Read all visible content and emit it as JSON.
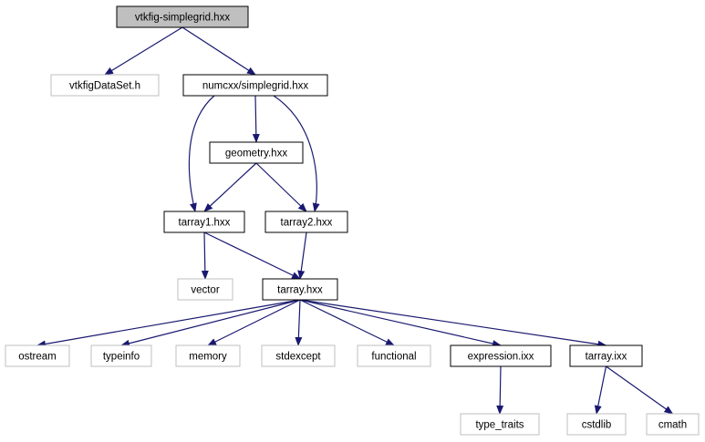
{
  "colors": {
    "edge": "#191970",
    "node_border": "#000000",
    "external_border": "#bfbfbf",
    "root_fill": "#bfbfbf",
    "node_fill": "#ffffff"
  },
  "nodes": [
    {
      "id": "root",
      "label": "vtkfig-simplegrid.hxx",
      "style": "root"
    },
    {
      "id": "dataset",
      "label": "vtkfigDataSet.h",
      "style": "external"
    },
    {
      "id": "simplegrid",
      "label": "numcxx/simplegrid.hxx",
      "style": "normal"
    },
    {
      "id": "geometry",
      "label": "geometry.hxx",
      "style": "normal"
    },
    {
      "id": "tarray1",
      "label": "tarray1.hxx",
      "style": "normal"
    },
    {
      "id": "tarray2",
      "label": "tarray2.hxx",
      "style": "normal"
    },
    {
      "id": "vector",
      "label": "vector",
      "style": "external"
    },
    {
      "id": "tarray",
      "label": "tarray.hxx",
      "style": "normal"
    },
    {
      "id": "ostream",
      "label": "ostream",
      "style": "external"
    },
    {
      "id": "typeinfo",
      "label": "typeinfo",
      "style": "external"
    },
    {
      "id": "memory",
      "label": "memory",
      "style": "external"
    },
    {
      "id": "stdexcept",
      "label": "stdexcept",
      "style": "external"
    },
    {
      "id": "functional",
      "label": "functional",
      "style": "external"
    },
    {
      "id": "expression",
      "label": "expression.ixx",
      "style": "normal"
    },
    {
      "id": "tarrayixx",
      "label": "tarray.ixx",
      "style": "normal"
    },
    {
      "id": "type_traits",
      "label": "type_traits",
      "style": "external"
    },
    {
      "id": "cstdlib",
      "label": "cstdlib",
      "style": "external"
    },
    {
      "id": "cmath",
      "label": "cmath",
      "style": "external"
    }
  ],
  "edges": [
    {
      "from": "root",
      "to": "dataset"
    },
    {
      "from": "root",
      "to": "simplegrid"
    },
    {
      "from": "simplegrid",
      "to": "geometry"
    },
    {
      "from": "simplegrid",
      "to": "tarray1"
    },
    {
      "from": "simplegrid",
      "to": "tarray2"
    },
    {
      "from": "geometry",
      "to": "tarray1"
    },
    {
      "from": "geometry",
      "to": "tarray2"
    },
    {
      "from": "tarray1",
      "to": "vector"
    },
    {
      "from": "tarray1",
      "to": "tarray"
    },
    {
      "from": "tarray2",
      "to": "tarray"
    },
    {
      "from": "tarray",
      "to": "ostream"
    },
    {
      "from": "tarray",
      "to": "typeinfo"
    },
    {
      "from": "tarray",
      "to": "memory"
    },
    {
      "from": "tarray",
      "to": "stdexcept"
    },
    {
      "from": "tarray",
      "to": "functional"
    },
    {
      "from": "tarray",
      "to": "expression"
    },
    {
      "from": "tarray",
      "to": "tarrayixx"
    },
    {
      "from": "expression",
      "to": "type_traits"
    },
    {
      "from": "tarrayixx",
      "to": "cstdlib"
    },
    {
      "from": "tarrayixx",
      "to": "cmath"
    }
  ]
}
